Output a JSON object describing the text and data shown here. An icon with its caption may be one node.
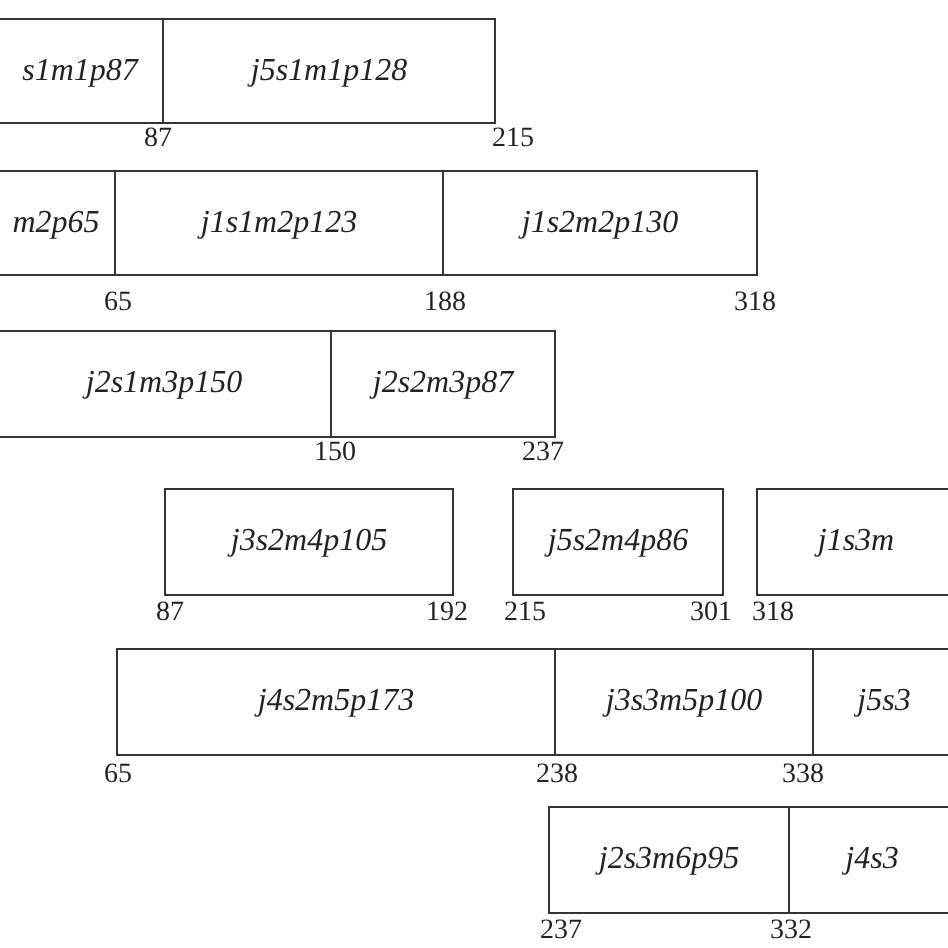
{
  "diagram": {
    "nodes": [
      {
        "text": [
          "s1m1p87"
        ]
      },
      {
        "text": [
          "j5s1m1p128"
        ]
      },
      {
        "text": [
          "m2p65"
        ]
      },
      {
        "text": [
          "j1s1m2p123"
        ]
      },
      {
        "text": [
          "j1s2m2p130"
        ]
      },
      {
        "text": [
          "j2s1m3p150"
        ]
      },
      {
        "text": [
          "j2s2m3p87"
        ]
      },
      {
        "text": [
          "j3s2m4p105"
        ]
      },
      {
        "text": [
          "j5s2m4p86"
        ]
      },
      {
        "text": [
          "j1s3m"
        ]
      },
      {
        "text": [
          "j4s2m5p173"
        ]
      },
      {
        "text": [
          "j3s3m5p100"
        ]
      },
      {
        "text": [
          "j5s3"
        ]
      },
      {
        "text": [
          "j2s3m6p95"
        ]
      },
      {
        "text": [
          "j4s3"
        ]
      }
    ],
    "labels": [
      "87",
      "215",
      "65",
      "188",
      "318",
      "150",
      "237",
      "87",
      "192",
      "215",
      "301",
      "318",
      "65",
      "238",
      "338",
      "237",
      "332"
    ]
  }
}
